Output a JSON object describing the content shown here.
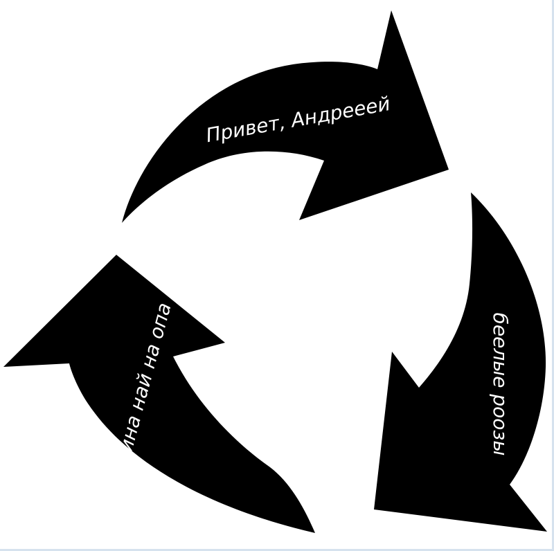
{
  "diagram": {
    "labels": {
      "top": "Привет, Андрееей",
      "right": "беелые роозы",
      "left": "шина най на опа"
    },
    "colors": {
      "arrow": "#000000",
      "text": "#ffffff",
      "background": "#ffffff",
      "frame": "#d6e2ee"
    }
  }
}
